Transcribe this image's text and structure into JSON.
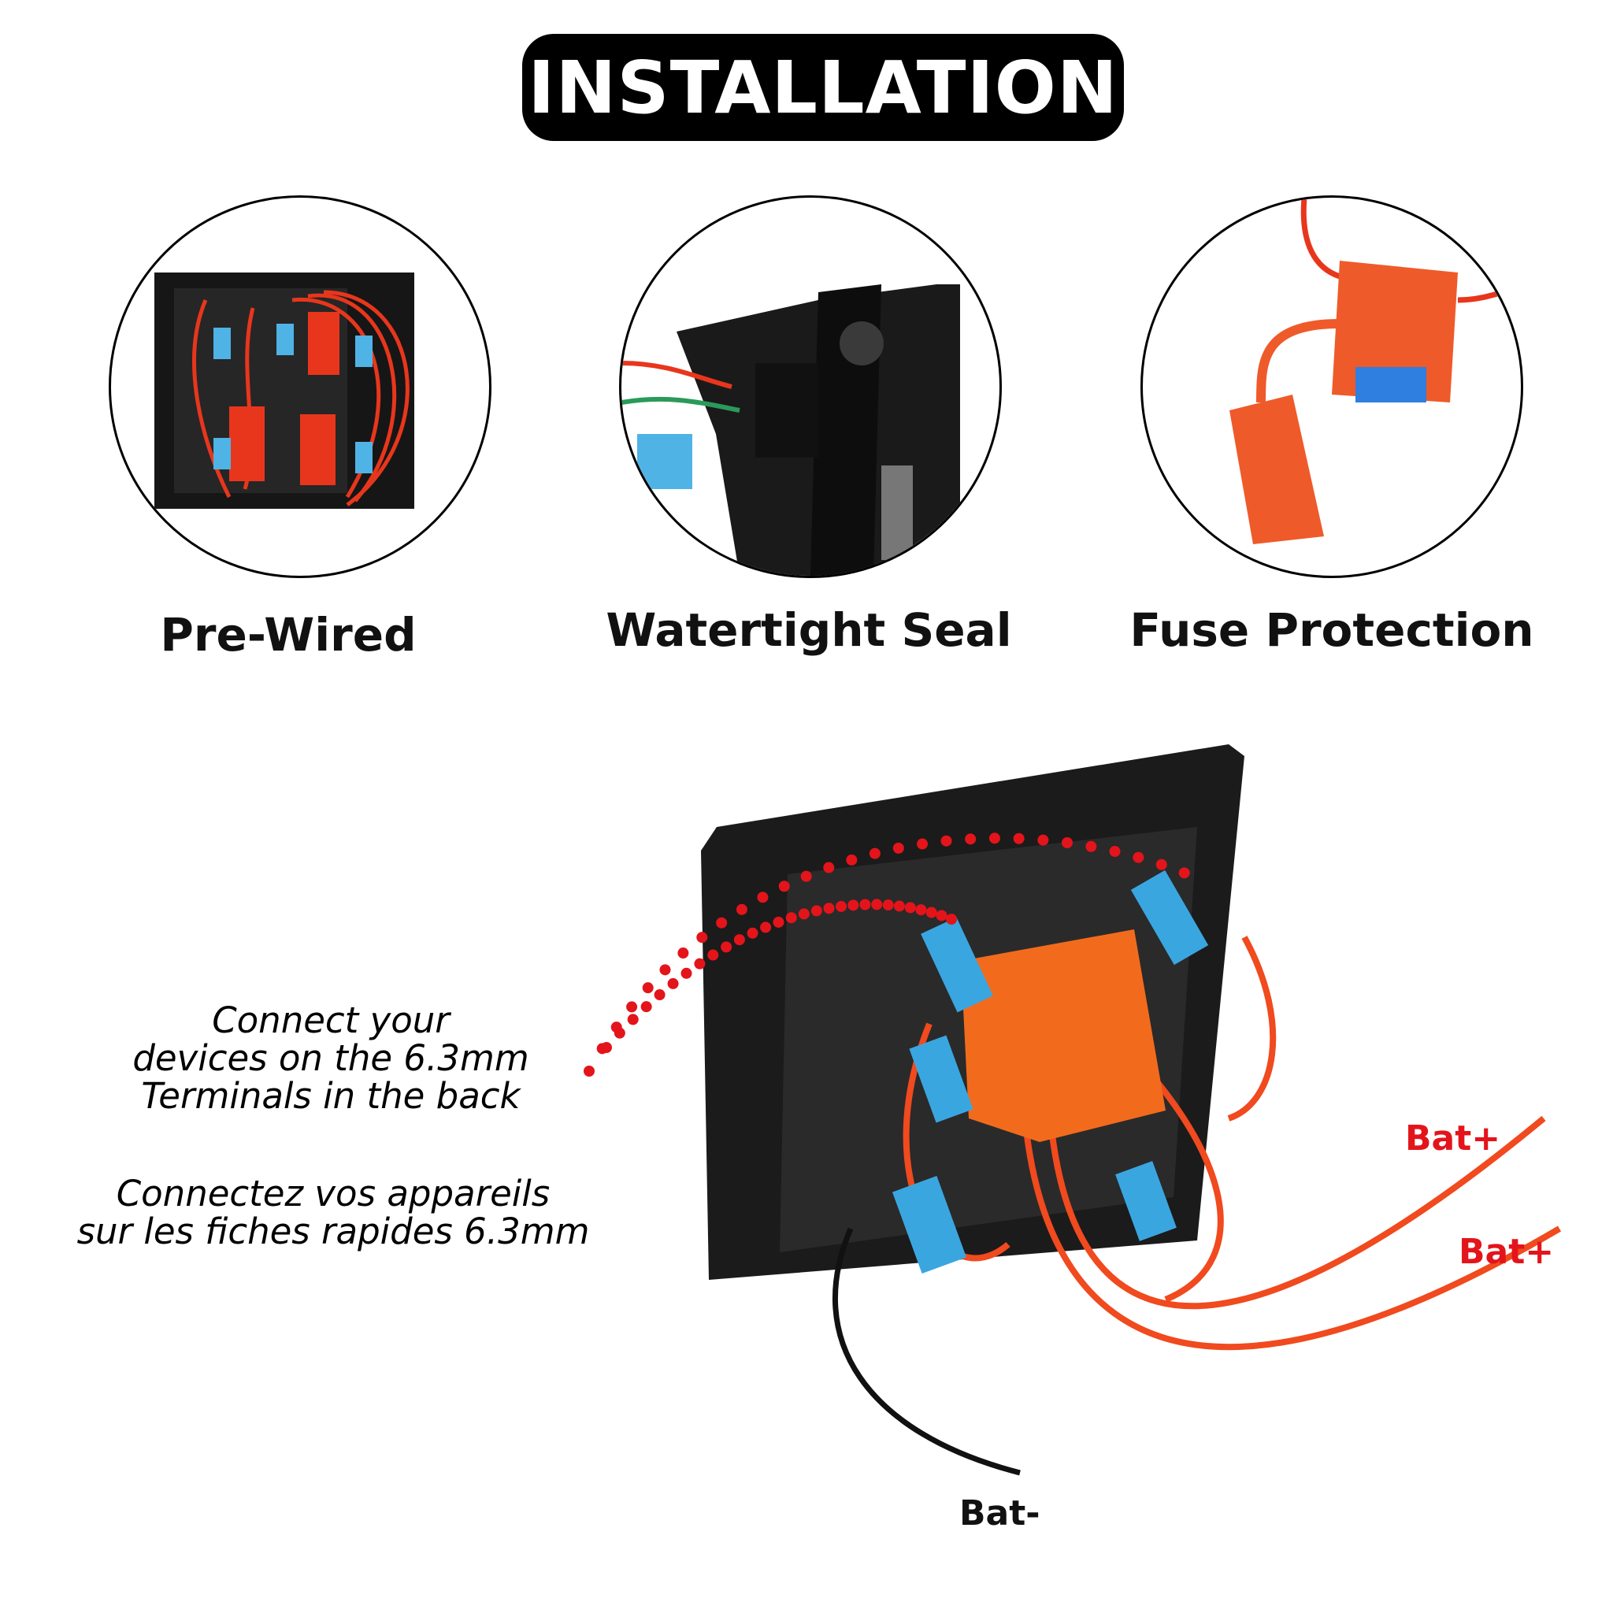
{
  "title": "INSTALLATION",
  "features": [
    {
      "label": "Pre-Wired"
    },
    {
      "label": "Watertight Seal"
    },
    {
      "label": "Fuse Protection"
    }
  ],
  "note_en": [
    "Connect your",
    "devices on the 6.3mm",
    "Terminals in the back"
  ],
  "note_fr": [
    "Connectez vos appareils",
    "sur les fiches rapides 6.3mm"
  ],
  "wire_labels": {
    "bat_plus_1": "Bat+",
    "bat_plus_2": "Bat+",
    "bat_minus": "Bat-"
  },
  "colors": {
    "accent_red": "#e4141b",
    "wire_orange": "#f04a1e",
    "terminal_blue": "#3aa6e0",
    "panel_black": "#141414"
  }
}
